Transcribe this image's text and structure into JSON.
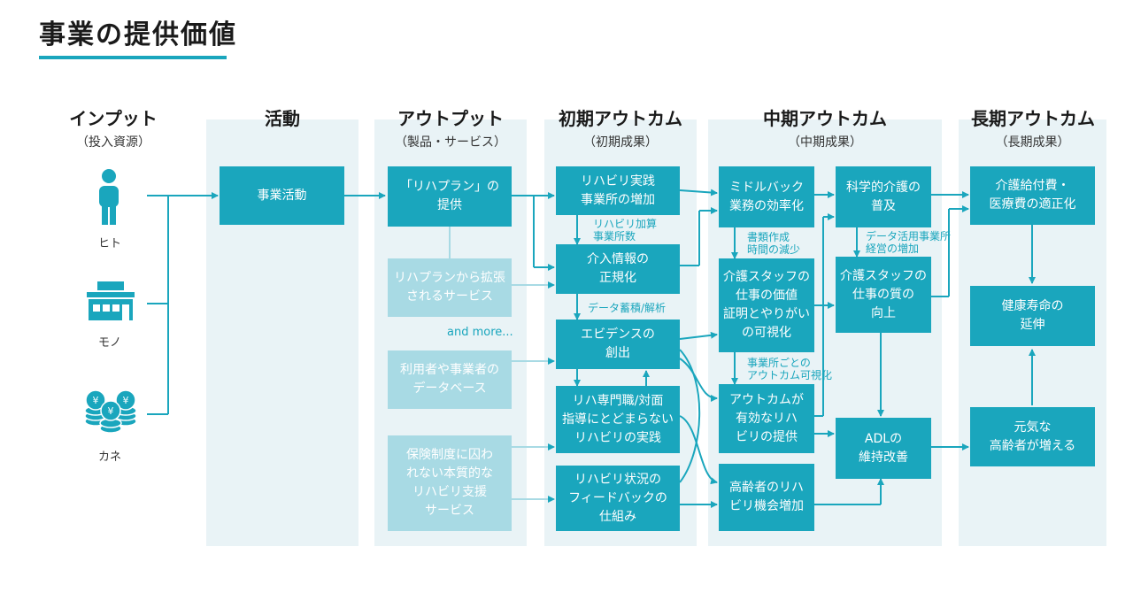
{
  "page": {
    "title": "事業の提供価値"
  },
  "columns": {
    "input": {
      "title": "インプット",
      "sub": "（投入資源）"
    },
    "activity": {
      "title": "活動",
      "sub": ""
    },
    "output": {
      "title": "アウトプット",
      "sub": "（製品・サービス）"
    },
    "initial": {
      "title": "初期アウトカム",
      "sub": "（初期成果）"
    },
    "middle": {
      "title": "中期アウトカム",
      "sub": "（中期成果）"
    },
    "long": {
      "title": "長期アウトカム",
      "sub": "（長期成果）"
    }
  },
  "inputs": {
    "people": "ヒト",
    "things": "モノ",
    "money": "カネ"
  },
  "activity": {
    "main": "事業活動"
  },
  "outputs": {
    "rehaplan": "「リハプラン」の\n提供",
    "extended": "リハプランから拡張\nされるサービス",
    "and_more": "and more...",
    "database": "利用者や事業者の\nデータベース",
    "insurance": "保険制度に囚わ\nれない本質的な\nリハビリ支援\nサービス"
  },
  "initial": {
    "increase": "リハビリ実践\n事業所の増加",
    "standardize": "介入情報の\n正規化",
    "evidence": "エビデンスの\n創出",
    "beyond": "リハ専門職/対面\n指導にとどまらない\nリハビリの実践",
    "feedback": "リハビリ状況の\nフィードバックの\n仕組み"
  },
  "middle": {
    "efficiency": "ミドルバック\n業務の効率化",
    "value": "介護スタッフの\n仕事の価値\n証明とやりがい\nの可視化",
    "effective": "アウトカムが\n有効なリハ\nビリの提供",
    "opportunity": "高齢者のリハ\nビリ機会増加",
    "scientific": "科学的介護の\n普及",
    "quality": "介護スタッフの\n仕事の質の\n向上",
    "adl": "ADLの\n維持改善"
  },
  "long": {
    "benefit": "介護給付費・\n医療費の適正化",
    "life": "健康寿命の\n延伸",
    "healthy": "元気な\n高齢者が増える"
  },
  "notes": {
    "rehab_add": "リハビリ加算\n事業所数",
    "data_accum": "データ蓄積/解析",
    "docs_reduce": "書類作成\n時間の減少",
    "outcome_vis": "事業所ごとの\nアウトカム可視化",
    "data_use": "データ活用事業所\n経営の増加"
  },
  "colors": {
    "accent": "#1aa6bd",
    "light": "#a8dae4",
    "panel": "#e9f3f6"
  },
  "icons": [
    "person-icon",
    "shop-icon",
    "coins-icon"
  ]
}
